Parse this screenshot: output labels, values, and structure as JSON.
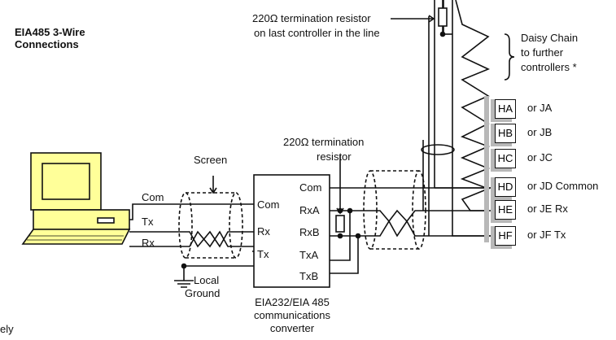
{
  "title_line1": "EIA485 3-Wire",
  "title_line2": "Connections",
  "resistor_last_line1": "220Ω termination resistor",
  "resistor_last_line2": "on last controller in the line",
  "daisy_line1": "Daisy Chain",
  "daisy_line2": "to further",
  "daisy_line3": "controllers *",
  "screen_label": "Screen",
  "resistor_conv_line1": "220Ω termination",
  "resistor_conv_line2": "resistor",
  "pc_wires": {
    "com": "Com",
    "tx": "Tx",
    "rx": "Rx"
  },
  "converter_left": {
    "com": "Com",
    "rx": "Rx",
    "tx": "Tx"
  },
  "converter_right": {
    "com": "Com",
    "rxa": "RxA",
    "rxb": "RxB",
    "txa": "TxA",
    "txb": "TxB"
  },
  "converter_caption": [
    "EIA232/EIA 485",
    "communications",
    "converter"
  ],
  "ground_label": [
    "Local",
    "Ground"
  ],
  "terminals": [
    {
      "code": "HA",
      "alt": "or JA"
    },
    {
      "code": "HB",
      "alt": "or JB"
    },
    {
      "code": "HC",
      "alt": "or JC"
    },
    {
      "code": "HD",
      "alt": "or JD Common"
    },
    {
      "code": "HE",
      "alt": "or JE  Rx"
    },
    {
      "code": "HF",
      "alt": "or JF  Tx"
    }
  ],
  "footnote_fragment": "ely"
}
